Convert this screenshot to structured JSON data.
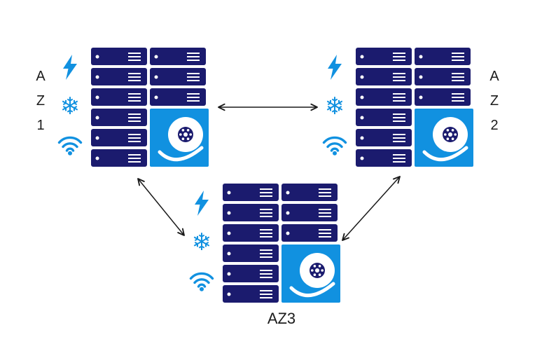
{
  "colors": {
    "server_navy": "#1b1b6e",
    "accent_blue": "#1191e0",
    "arrow": "#1a1a1a",
    "background": "#ffffff"
  },
  "glyphs": {
    "snowflake": "❄"
  },
  "icons": {
    "power": "lightning-bolt-icon",
    "cooling": "snowflake-icon",
    "network": "wifi-icon",
    "storage": "disk-icon"
  },
  "zones": [
    {
      "id": "az1",
      "label": "AZ1",
      "label_lines": [
        "A",
        "Z",
        "1"
      ],
      "label_side": "left",
      "rack": {
        "left_servers": 6,
        "right_servers": 3,
        "has_disk": true
      }
    },
    {
      "id": "az2",
      "label": "AZ2",
      "label_lines": [
        "A",
        "Z",
        "2"
      ],
      "label_side": "right",
      "rack": {
        "left_servers": 6,
        "right_servers": 3,
        "has_disk": true
      }
    },
    {
      "id": "az3",
      "label": "AZ3",
      "label_lines": [
        "AZ3"
      ],
      "label_side": "bottom",
      "rack": {
        "left_servers": 6,
        "right_servers": 3,
        "has_disk": true
      }
    }
  ],
  "connections": [
    {
      "from": "az1",
      "to": "az2",
      "bidirectional": true
    },
    {
      "from": "az1",
      "to": "az3",
      "bidirectional": true
    },
    {
      "from": "az3",
      "to": "az2",
      "bidirectional": true
    }
  ]
}
